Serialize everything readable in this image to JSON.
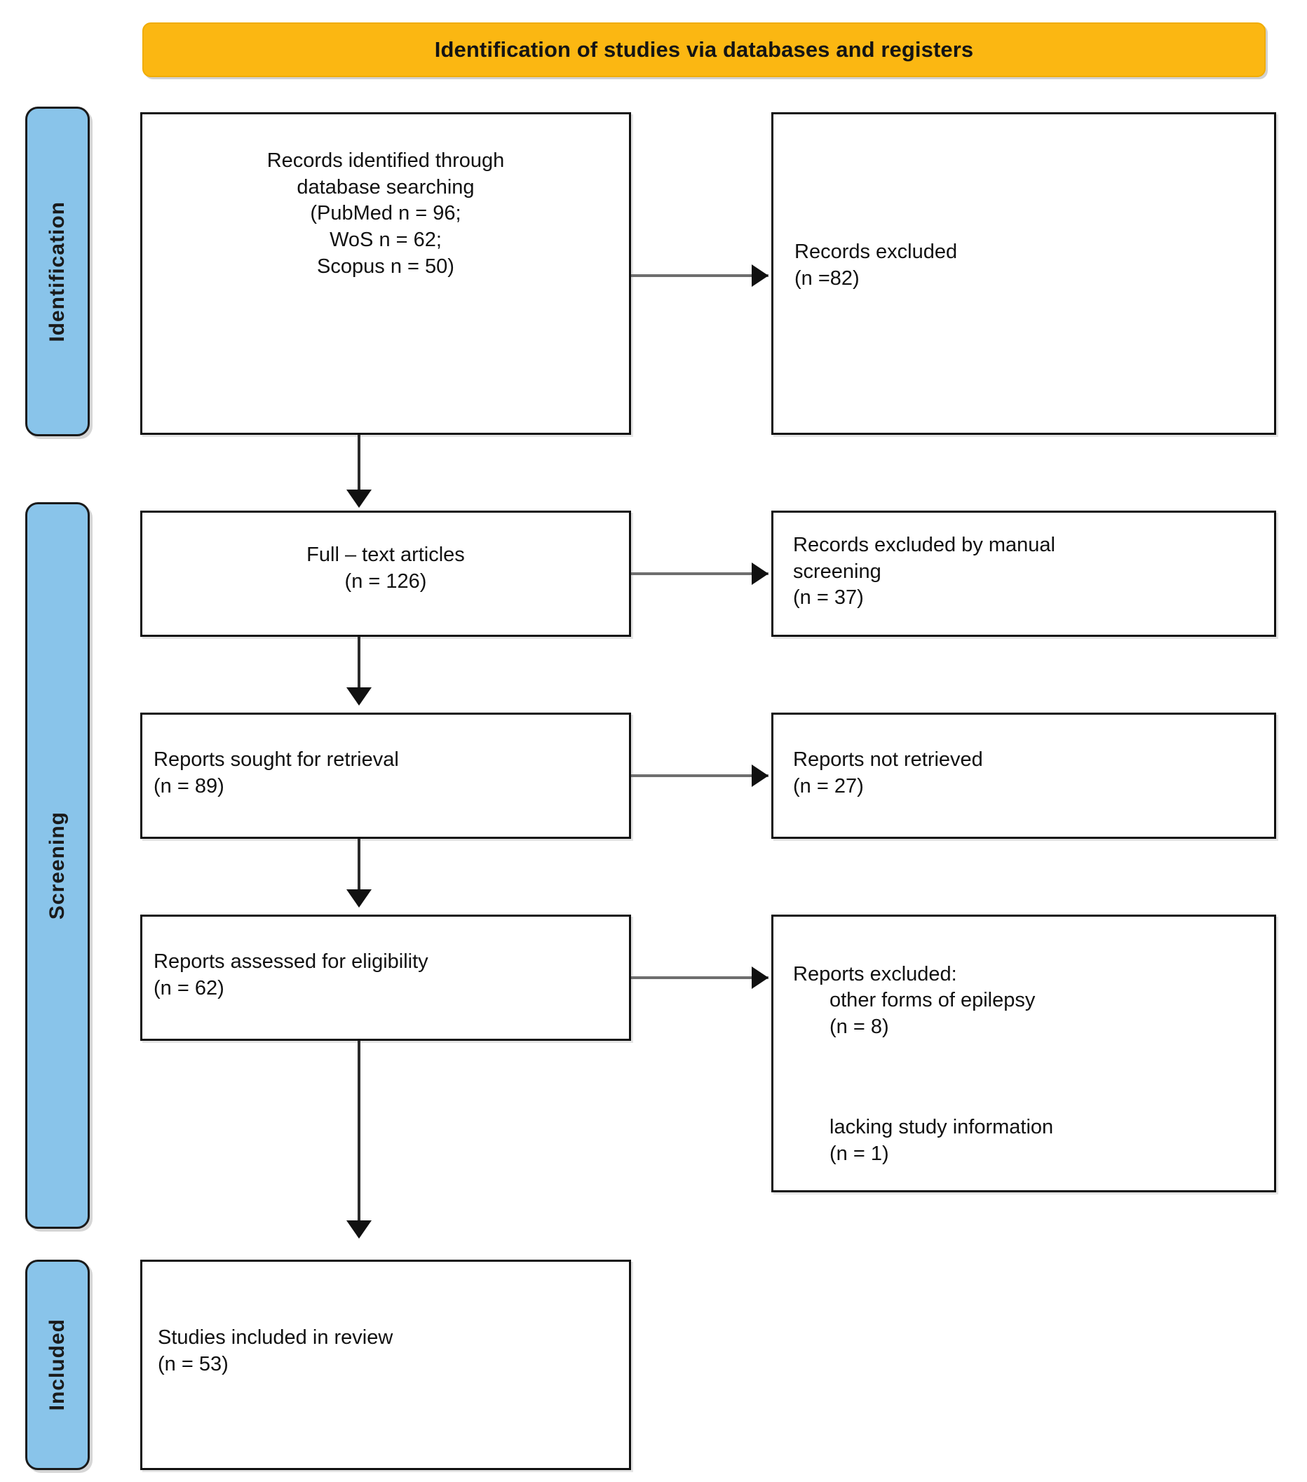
{
  "diagram": {
    "type": "PRISMA flow diagram",
    "banner": {
      "title": "Identification of studies via databases and registers",
      "color": "#FBB712"
    },
    "stages": [
      {
        "id": "identification",
        "label": "Identification",
        "color": "#89C4EA"
      },
      {
        "id": "screening",
        "label": "Screening",
        "color": "#89C4EA"
      },
      {
        "id": "included",
        "label": "Included",
        "color": "#89C4EA"
      }
    ],
    "boxes": {
      "identified": {
        "text": "Records identified through\ndatabase searching\n(PubMed n = 96;\nWoS n = 62;\nScopus n = 50)",
        "align": "center",
        "counts": {
          "PubMed": 96,
          "WoS": 62,
          "Scopus": 50
        }
      },
      "excluded_1": {
        "text": "Records excluded\n(n =82)",
        "align": "left",
        "count": 82
      },
      "fulltext": {
        "text": "Full – text articles\n(n = 126)",
        "align": "center",
        "count": 126
      },
      "excluded_manual": {
        "text": "Records excluded by manual\nscreening\n(n = 37)",
        "align": "left",
        "count": 37
      },
      "sought": {
        "text": "Reports sought for retrieval\n(n = 89)",
        "align": "left",
        "count": 89
      },
      "not_retrieved": {
        "text": "Reports not retrieved\n(n = 27)",
        "align": "left",
        "count": 27
      },
      "assessed": {
        "text": "Reports assessed for eligibility\n(n = 62)",
        "align": "left",
        "count": 62
      },
      "reports_excluded": {
        "heading": "Reports excluded:",
        "reason_1": "other forms of epilepsy\n(n = 8)",
        "reason_2": "lacking study information\n(n = 1)",
        "align": "left",
        "counts": {
          "other_forms_of_epilepsy": 8,
          "lacking_study_information": 1
        }
      },
      "included": {
        "text": "Studies included in review\n(n = 53)",
        "align": "left",
        "count": 53
      }
    },
    "connectors": {
      "line_color": "#6E6E6E",
      "arrow_color": "#111111"
    }
  }
}
